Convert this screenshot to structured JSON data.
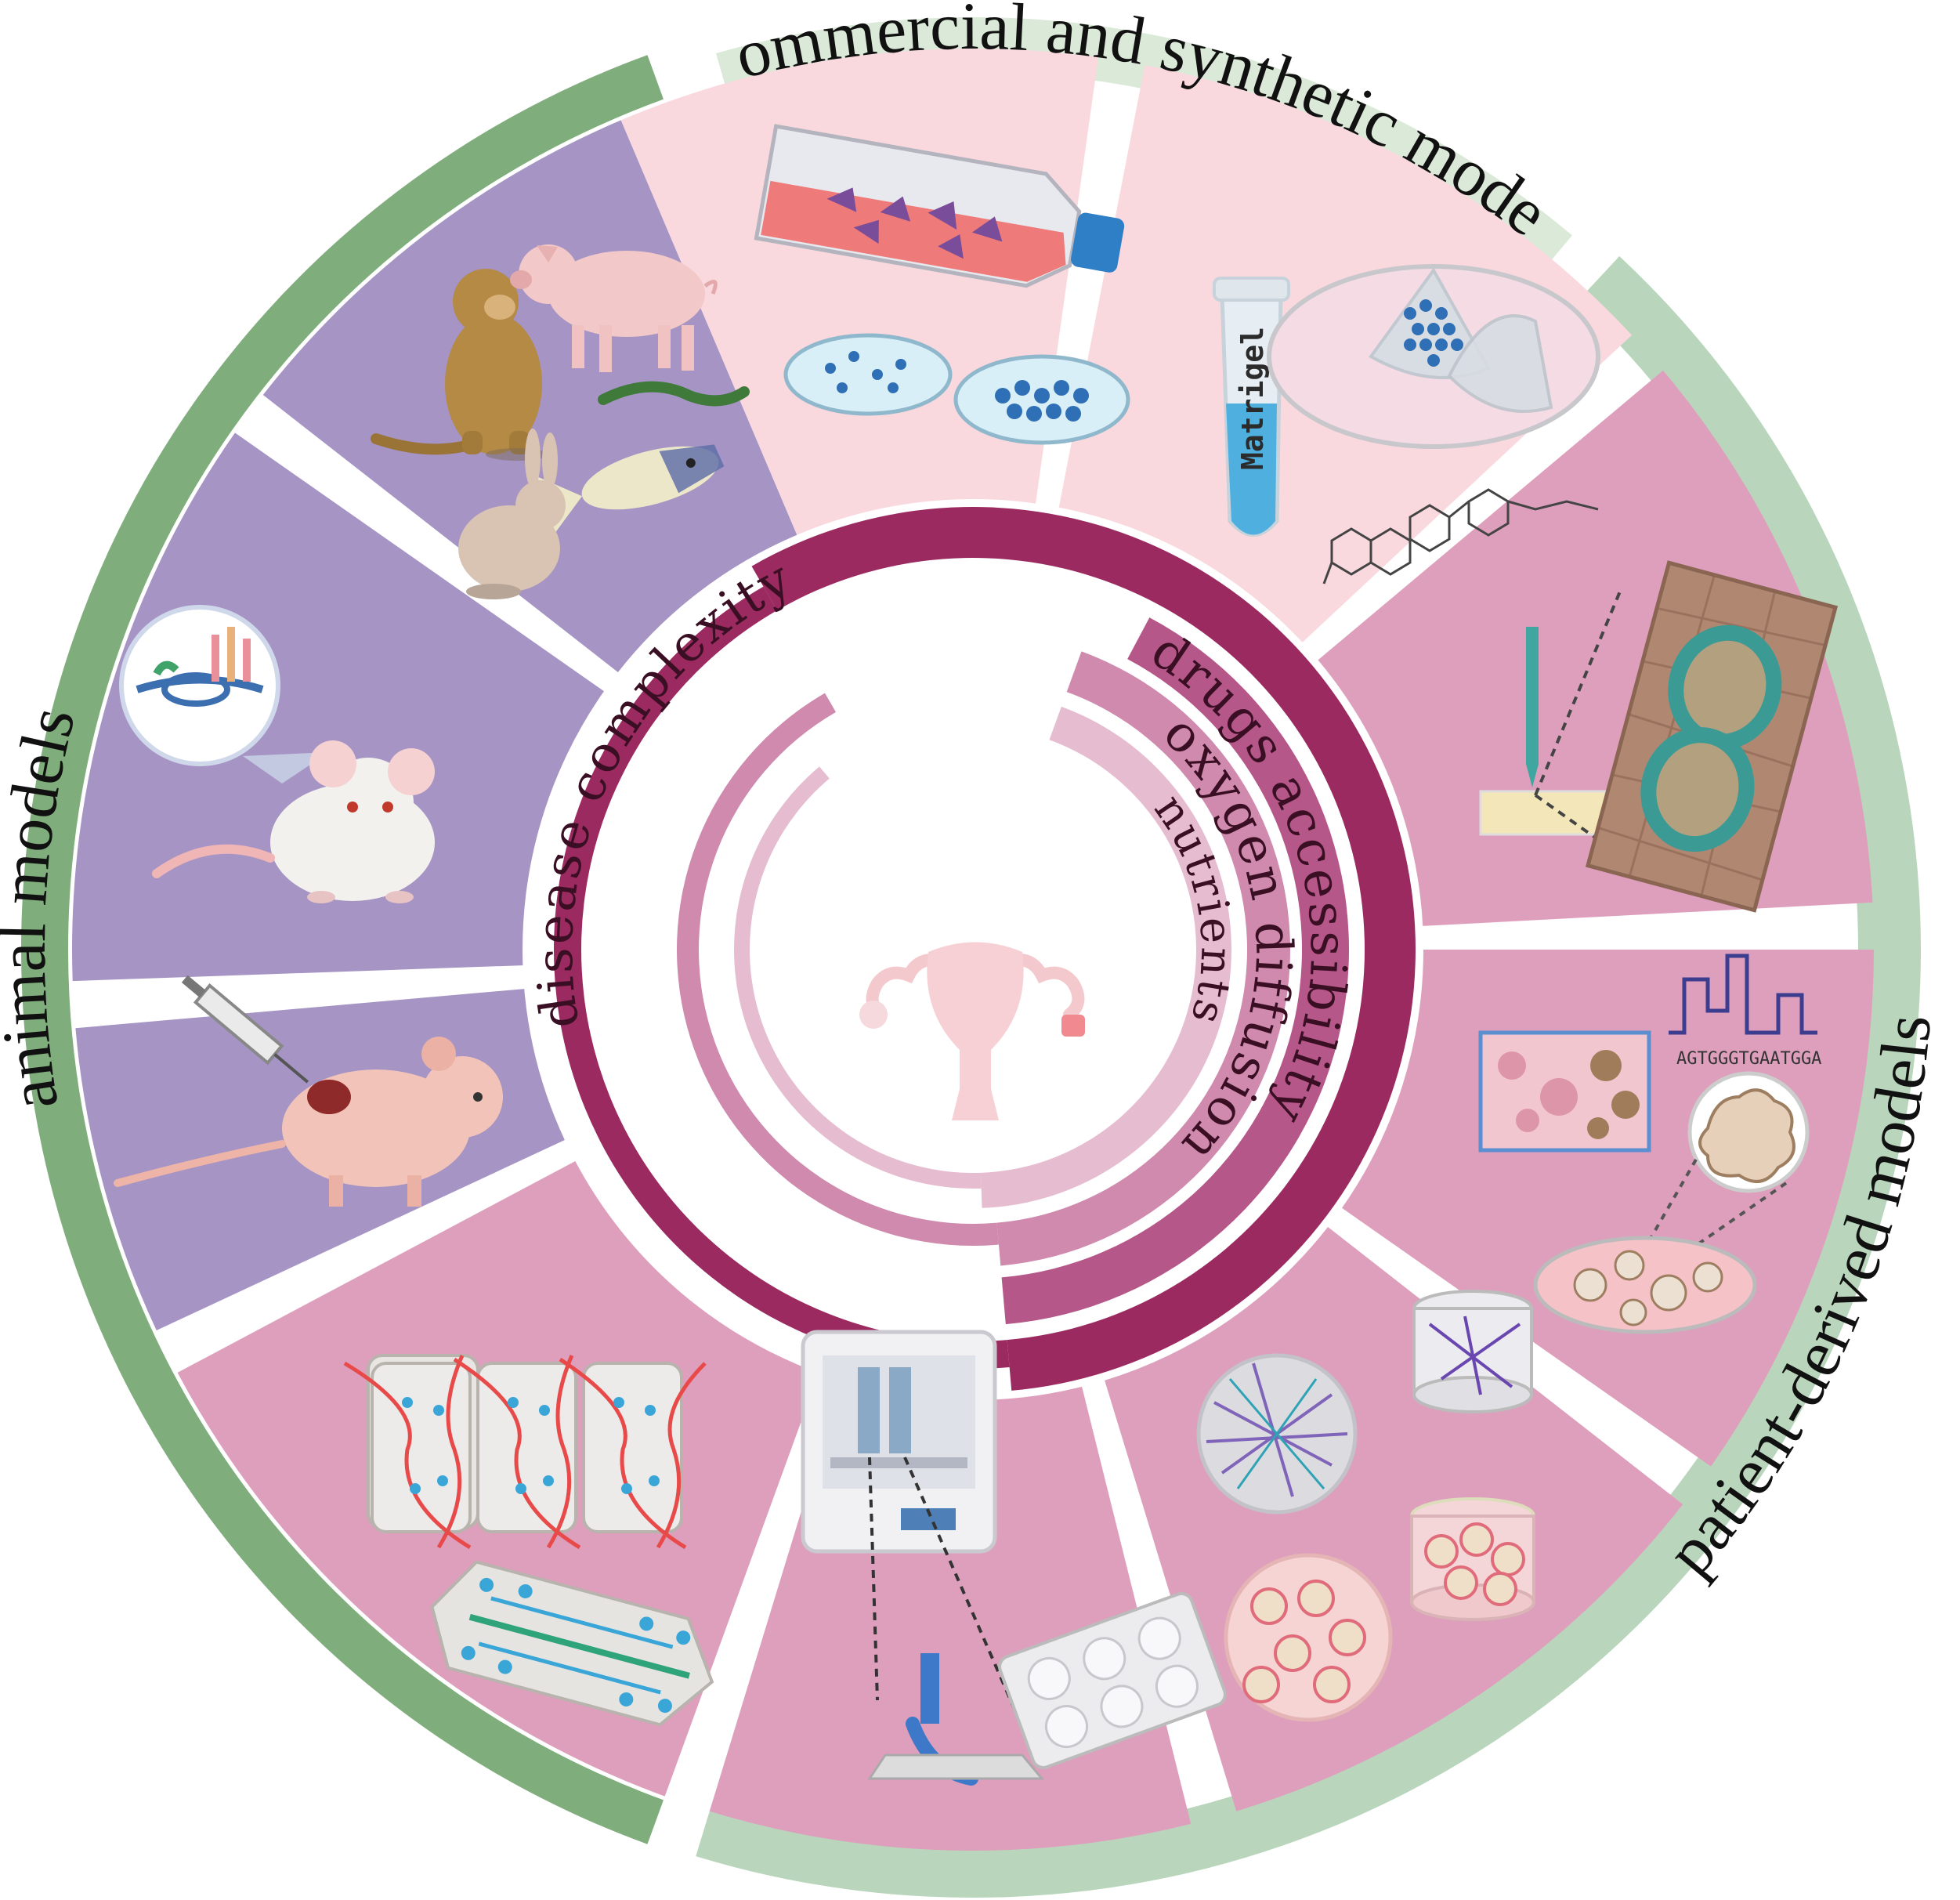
{
  "outer_ring": {
    "animal": "animal models",
    "commercial": "commercial and synthetic models",
    "patient": "patient-derived models"
  },
  "inner_spiral": {
    "disease": "disease complexity",
    "drugs": "drugs accessibility",
    "oxygen": "oxygen diffusion",
    "nutrients": "nutrients"
  },
  "tube_label": "Matrigel",
  "sequence_text": "AGTGGGTGAATGGA",
  "colors": {
    "animal_band": "#7fae7c",
    "synthetic_band": "#dbe9d8",
    "patient_band": "#b9d6bc",
    "animal_sector": "#a594c4",
    "synthetic_sector": "#f9d9de",
    "patient_sector": "#de9fbd",
    "spiral_dark": "#9b2a61",
    "spiral_mid": "#b6578a",
    "spiral_light": "#cf8aae",
    "spiral_pale": "#e6bdd0"
  },
  "icons": {
    "s_animals": "monkey-pig-fish-worm-rabbit-icons",
    "s_crispr": "crispr-mouse-icon",
    "s_xenograft": "nude-mouse-injection-icon",
    "s_organchip": "organ-on-chip-icon",
    "s_bioprinter": "bioprinter-icon",
    "s_hydrogel": "hydrogel-scaffold-icon",
    "s_pdo": "patient-derived-organoid-icon",
    "s_biopsy": "biopsy-tissue-slice-icon",
    "s_matrigel": "matrigel-tube-dish-icon",
    "s_cellculture": "cell-culture-flask-icon",
    "center": "uterus-icon"
  }
}
